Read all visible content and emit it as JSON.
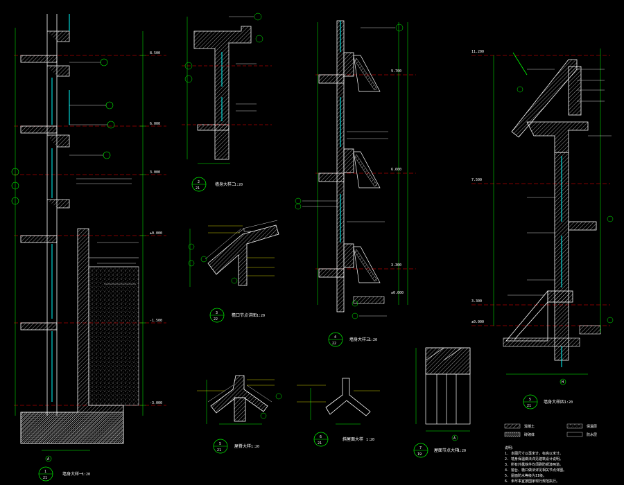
{
  "colors": {
    "background": "#000000",
    "wall": "#ffffff",
    "dim": "#00ff00",
    "axis": "#ff0000",
    "glass": "#00ffff",
    "hatch": "#ffffff",
    "leader": "#ffff00"
  },
  "details": [
    {
      "id": "d1",
      "ref_top": "1",
      "ref_bottom": "21",
      "title": "墙身大样一",
      "scale": "1:20"
    },
    {
      "id": "d2",
      "ref_top": "2",
      "ref_bottom": "21",
      "title": "墙身大样二",
      "scale": "1:20"
    },
    {
      "id": "d3",
      "ref_top": "3",
      "ref_bottom": "22",
      "title": "檐口节点详图",
      "scale": "1:20"
    },
    {
      "id": "d4",
      "ref_top": "4",
      "ref_bottom": "22",
      "title": "墙身大样三",
      "scale": "1:20"
    },
    {
      "id": "d5",
      "ref_top": "5",
      "ref_bottom": "21",
      "title": "墙身大样四",
      "scale": "1:20"
    },
    {
      "id": "d6",
      "ref_top": "5",
      "ref_bottom": "21",
      "title": "屋脊大样",
      "scale": "1:20"
    },
    {
      "id": "d7",
      "ref_top": "6",
      "ref_bottom": "21",
      "title": "斜屋面大样",
      "scale": "1:20"
    },
    {
      "id": "d8",
      "ref_top": "7",
      "ref_bottom": "19",
      "title": "屋面节点大样",
      "scale": "1:20"
    }
  ],
  "axis_letters": {
    "left": "A",
    "right": "H",
    "mid": "A"
  },
  "levels": {
    "left": [
      "8.500",
      "6.000",
      "3.000",
      "±0.000",
      "-1.500",
      "-3.000"
    ],
    "middle": [
      "9.700",
      "6.600",
      "3.300",
      "±0.000"
    ],
    "right": [
      "11.200",
      "7.500",
      "3.300",
      "±0.000"
    ]
  },
  "legend": {
    "items": [
      "混凝土",
      "砖砌体",
      "保温层",
      "防水层"
    ]
  },
  "notes": [
    "说明：",
    "1. 本图尺寸以毫米计，标高以米计。",
    "2. 墙身保温做法详见建筑设计说明。",
    "3. 所有外露铁件均须刷防锈漆两道。",
    "4. 窗台、檐口做法详见相关节点详图。",
    "5. 屋面防水等级为II级。",
    "6. 未尽事宜按国家现行规范执行。"
  ]
}
